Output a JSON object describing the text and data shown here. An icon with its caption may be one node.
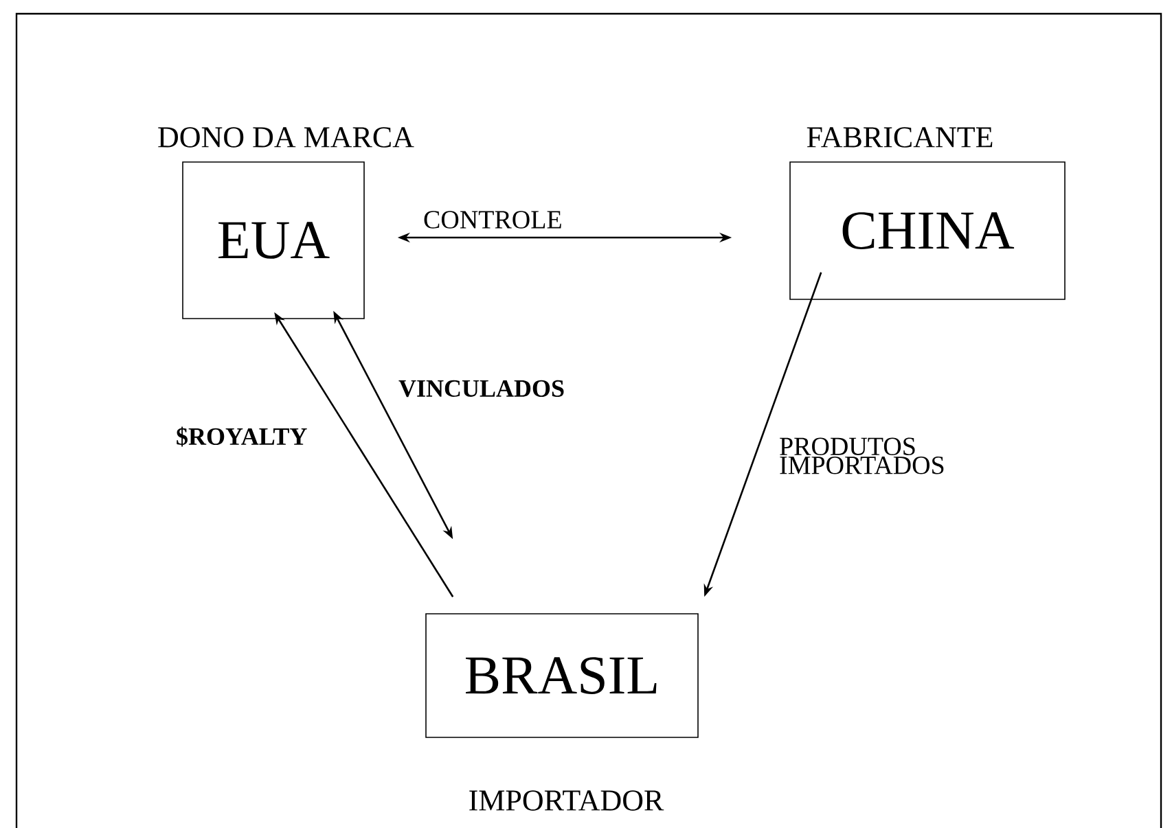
{
  "diagram": {
    "nodes": [
      {
        "text": [
          "EUA"
        ],
        "beside": [
          "DONO DA MARCA"
        ]
      },
      {
        "text": [
          "CHINA"
        ],
        "beside": [
          "FABRICANTE"
        ]
      },
      {
        "text": [
          "BRASIL"
        ],
        "beside": [
          "IMPORTADOR"
        ]
      }
    ],
    "edges": [
      {
        "from": 0,
        "to": 1,
        "arrow": "both",
        "label": "CONTROLE"
      },
      {
        "from": 2,
        "to": 0,
        "arrow": "to",
        "label": "$ROYALTY"
      },
      {
        "from": 0,
        "to": 2,
        "arrow": "both",
        "label": "VINCULADOS"
      },
      {
        "from": 1,
        "to": 2,
        "arrow": "to",
        "label": "PRODUTOS IMPORTADOS"
      }
    ]
  }
}
